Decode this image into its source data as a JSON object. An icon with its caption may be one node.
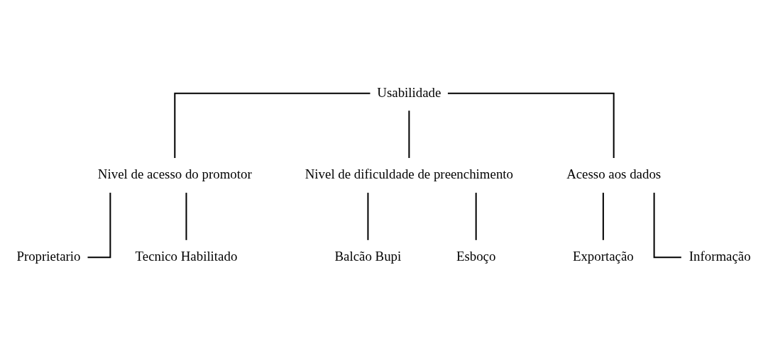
{
  "diagram": {
    "nodes": [
      {
        "text": [
          "Usabilidade"
        ]
      },
      {
        "text": [
          "Nivel de acesso do promotor"
        ]
      },
      {
        "text": [
          "Nivel de dificuldade de preenchimento"
        ]
      },
      {
        "text": [
          "Acesso aos dados"
        ]
      },
      {
        "text": [
          "Proprietario"
        ]
      },
      {
        "text": [
          "Tecnico Habilitado"
        ]
      },
      {
        "text": [
          "Balcão Bupi"
        ]
      },
      {
        "text": [
          "Esboço"
        ]
      },
      {
        "text": [
          "Exportação"
        ]
      },
      {
        "text": [
          "Informação"
        ]
      }
    ],
    "edges": [
      {
        "from": 0,
        "to": 1,
        "arrow": "none"
      },
      {
        "from": 0,
        "to": 2,
        "arrow": "none"
      },
      {
        "from": 0,
        "to": 3,
        "arrow": "none"
      },
      {
        "from": 1,
        "to": 4,
        "arrow": "none"
      },
      {
        "from": 1,
        "to": 5,
        "arrow": "none"
      },
      {
        "from": 2,
        "to": 6,
        "arrow": "none"
      },
      {
        "from": 2,
        "to": 7,
        "arrow": "none"
      },
      {
        "from": 3,
        "to": 8,
        "arrow": "none"
      },
      {
        "from": 3,
        "to": 9,
        "arrow": "none"
      }
    ]
  }
}
